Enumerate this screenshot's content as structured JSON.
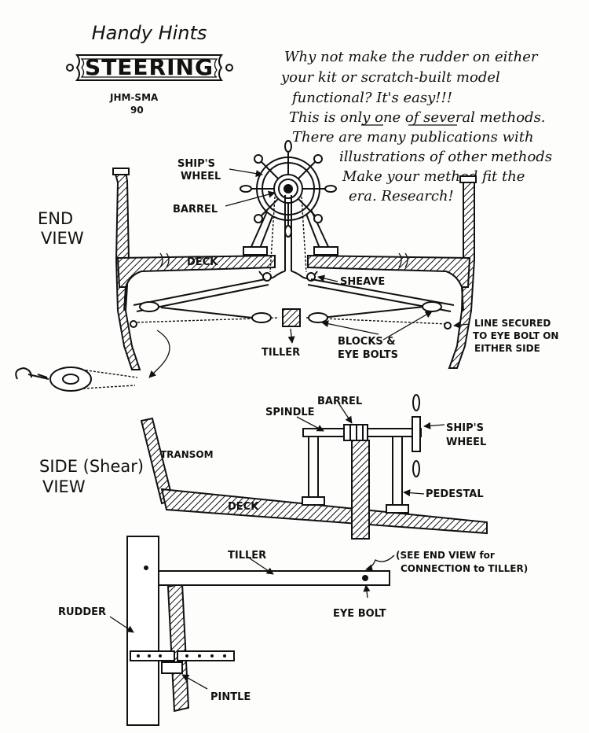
{
  "header": {
    "series": "Handy Hints",
    "plaque": "STEERING",
    "author": "JHM-SMA",
    "year": "90"
  },
  "intro_note": [
    "Why not make the rudder on either",
    "your kit or scratch-built model",
    "functional? It's easy!!!",
    "This is only one of several methods.",
    "There are many publications with",
    "illustrations of other methods",
    "Make your method fit the",
    "era. Research!"
  ],
  "end_view": {
    "title_line1": "END",
    "title_line2": "VIEW",
    "labels": {
      "ships_wheel_1": "SHIP'S",
      "ships_wheel_2": "WHEEL",
      "barrel": "BARREL",
      "deck": "DECK",
      "sheave": "SHEAVE",
      "tiller": "TILLER",
      "blocks_1": "BLOCKS &",
      "blocks_2": "EYE BOLTS",
      "line_1": "LINE SECURED",
      "line_2": "TO EYE BOLT ON",
      "line_3": "EITHER SIDE"
    }
  },
  "side_view": {
    "title_line1": "SIDE (Shear)",
    "title_line2": "VIEW",
    "labels": {
      "barrel": "BARREL",
      "spindle": "SPINDLE",
      "ships_wheel_1": "SHIP'S",
      "ships_wheel_2": "WHEEL",
      "transom": "TRANSOM",
      "deck": "DECK",
      "pedestal": "PEDESTAL",
      "tiller": "TILLER",
      "see_end_1": "(SEE END VIEW for",
      "see_end_2": "CONNECTION to TILLER)",
      "rudder": "RUDDER",
      "eye_bolt": "EYE BOLT",
      "pintle": "PINTLE"
    }
  }
}
